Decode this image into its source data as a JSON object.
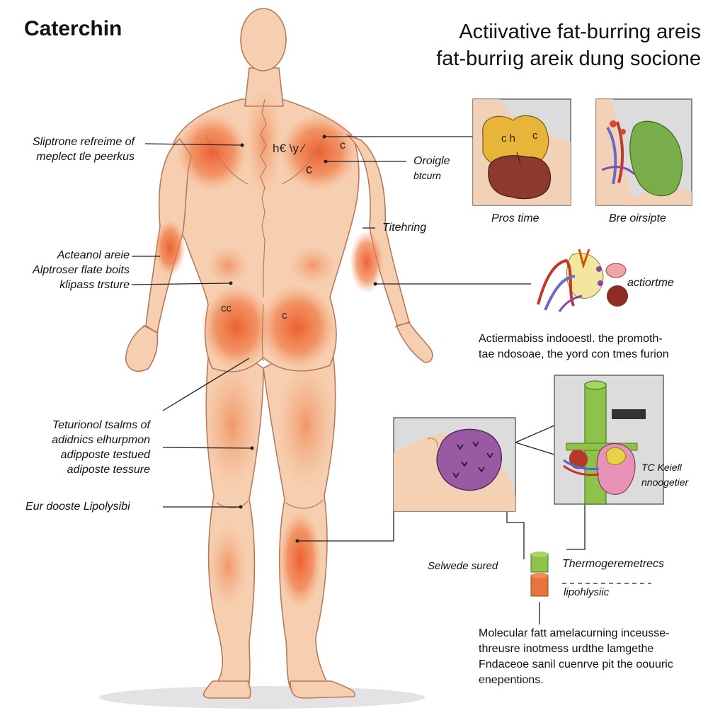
{
  "title_left": "Caterchin",
  "title_right": [
    "Actiivative fat-burring areis",
    "fat-burriıg areiк dung socione"
  ],
  "left_labels": {
    "l1": [
      "Sliptrone refreime of",
      "meplect tle peerkus"
    ],
    "l2": [
      "Acteanol areie",
      "Alptroser flate boits",
      "klipass trsture"
    ],
    "l3": [
      "Teturionol tsalms of",
      "adidnics elhurpmon",
      "adipposte testued",
      "adiposte tessure"
    ],
    "l4": [
      "Eur dooste Lipolysibi"
    ]
  },
  "mid_labels": {
    "origle": [
      "Oroigle",
      "btcurn"
    ],
    "tethring": "Titehring"
  },
  "body_marks": {
    "neck": "h€  \\y ⁄",
    "shoulder1": "c",
    "shoulder2": "c",
    "gluteL": "cc",
    "gluteR": "c"
  },
  "panels": {
    "organs1": {
      "caption": "Pros time",
      "mark": "c h",
      "mark2": "c"
    },
    "organs2": {
      "caption": "Bre oirsipte"
    },
    "action": {
      "label": "actiortme"
    },
    "tissue": {},
    "kidney": {
      "label": [
        "TC Keiell",
        "nnoogetier"
      ]
    }
  },
  "action_desc": [
    "Actiermabiss indooestl. the promoth-",
    "tae ndosoae, the yord con tmes furion"
  ],
  "legend": {
    "swede": "Selwede sured",
    "thermo": "Thermogeremetrecs",
    "lipo": "lipohlysiic"
  },
  "bottom_desc": [
    "Molecular fatt amelacurning inceusse-",
    "threusre inotmess urdthe lamgethe",
    "Fndaceoe sanil cuenrve pit the oouuric",
    "enepentions."
  ],
  "colors": {
    "skin": "#f6cfb0",
    "heat": "#ee6a3a",
    "yellow_organ": "#e8b53b",
    "red_organ": "#8c3a2e",
    "green_organ": "#78ad4a",
    "purple_tissue": "#9a5aa3",
    "panel_bg": "#dcdcdc",
    "green_tube": "#8fc24a",
    "orange_tube": "#e8743d"
  }
}
